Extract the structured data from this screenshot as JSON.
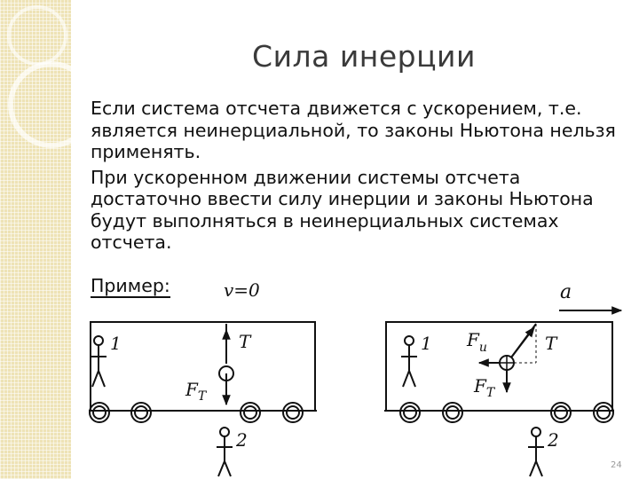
{
  "slide": {
    "title": "Сила инерции",
    "paragraph_1": "Если система отсчета движется с ускорением, т.е. является неинерциальной, то законы Ньютона нельзя применять.",
    "paragraph_2": "При ускоренном движении системы отсчета достаточно ввести силу инерции и законы Ньютона будут выполняться в неинерциальных системах отсчета.",
    "example_label": "Пример:",
    "page_number": "24"
  },
  "diagram": {
    "velocity_label": "v=0",
    "acceleration_label": "a",
    "left_observer_1": "1",
    "left_observer_2": "2",
    "left_tension": "T",
    "left_gravity": "F",
    "left_gravity_sub": "T",
    "right_observer_1": "1",
    "right_observer_2": "2",
    "right_inertia": "F",
    "right_inertia_sub": "и",
    "right_tension": "T",
    "right_gravity": "F",
    "right_gravity_sub": "T"
  }
}
